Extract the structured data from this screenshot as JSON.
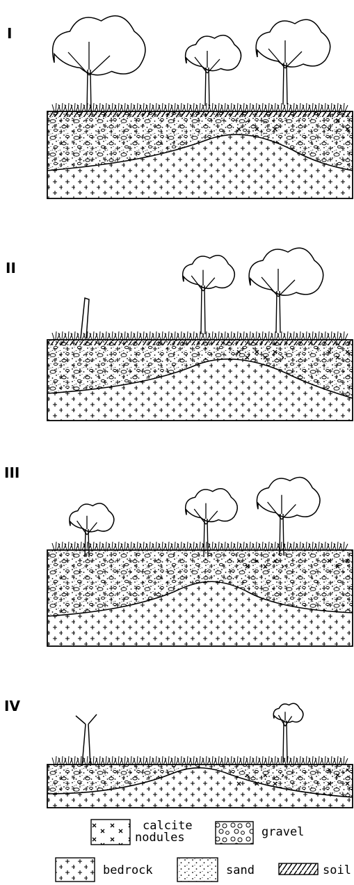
{
  "panels": [
    {
      "label": "I"
    },
    {
      "label": "II"
    },
    {
      "label": "III"
    },
    {
      "label": "IV"
    }
  ],
  "legend": {
    "calcite_line1": "calcite",
    "calcite_line2": "nodules",
    "gravel": "gravel",
    "bedrock": "bedrock",
    "sand": "sand",
    "soil": "soil"
  },
  "colors": {
    "ink": "#000000",
    "background": "#ffffff"
  }
}
